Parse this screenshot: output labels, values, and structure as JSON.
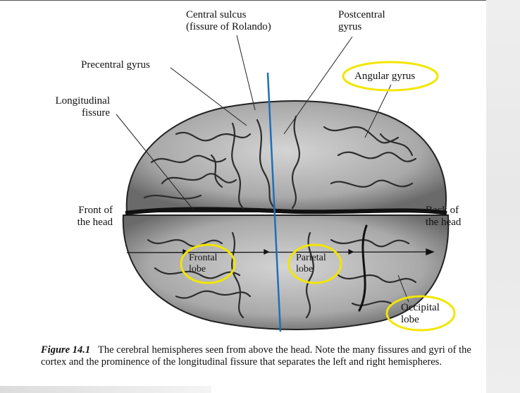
{
  "labels": {
    "central_sulcus_l1": "Central sulcus",
    "central_sulcus_l2": "(fissure of Rolando)",
    "postcentral_l1": "Postcentral",
    "postcentral_l2": "gyrus",
    "precentral": "Precentral gyrus",
    "longitudinal_l1": "Longitudinal",
    "longitudinal_l2": "fissure",
    "angular": "Angular gyrus",
    "front_l1": "Front of",
    "front_l2": "the head",
    "back_l1": "Back of",
    "back_l2": "the head",
    "frontal_l1": "Frontal",
    "frontal_l2": "lobe",
    "parietal_l1": "Parietal",
    "parietal_l2": "lobe",
    "occipital_l1": "Occipital",
    "occipital_l2": "lobe"
  },
  "caption": {
    "figure_label": "Figure 14.1",
    "text": "The cerebral hemispheres seen from above the head. Note the many fissures and gyri of the cortex and the prominence of the longitudinal fissure that separates the left and right hemispheres."
  },
  "colors": {
    "highlight_ellipse": "#f2e600",
    "divider_line": "#1f6fb5",
    "brain_fill": "#b9b9b9",
    "brain_dark": "#333333"
  }
}
